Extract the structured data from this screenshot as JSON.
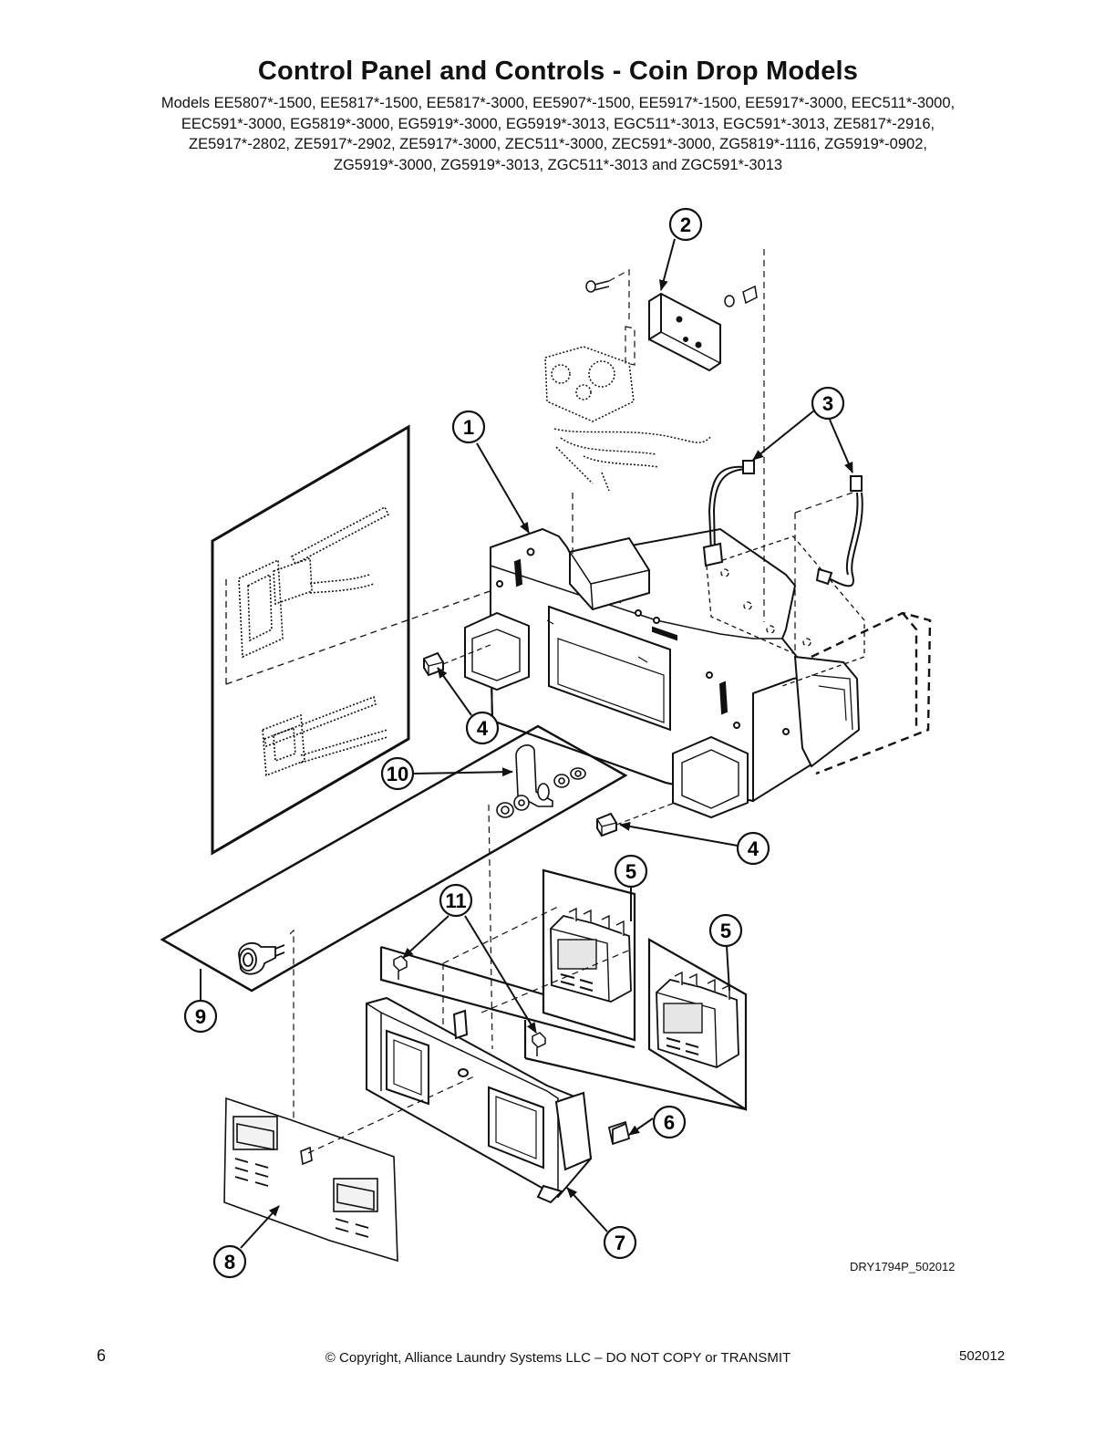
{
  "title": "Control Panel and Controls - Coin Drop Models",
  "models": [
    "Models EE5807*-1500, EE5817*-1500, EE5817*-3000, EE5907*-1500, EE5917*-1500, EE5917*-3000, EEC511*-3000,",
    "EEC591*-3000, EG5819*-3000, EG5919*-3000, EG5919*-3013, EGC511*-3013, EGC591*-3013, ZE5817*-2916,",
    "ZE5917*-2802, ZE5917*-2902, ZE5917*-3000, ZEC511*-3000, ZEC591*-3000, ZG5819*-1116, ZG5919*-0902,",
    "ZG5919*-3000, ZG5919*-3013, ZGC511*-3013 and ZGC591*-3013"
  ],
  "callouts": [
    "1",
    "2",
    "3",
    "4",
    "4",
    "5",
    "5",
    "6",
    "7",
    "8",
    "9",
    "10",
    "11"
  ],
  "drawing_code": "DRY1794P_502012",
  "footer": {
    "page_number": "6",
    "copyright": "© Copyright, Alliance Laundry Systems LLC – DO NOT COPY or TRANSMIT",
    "doc_number": "502012"
  }
}
